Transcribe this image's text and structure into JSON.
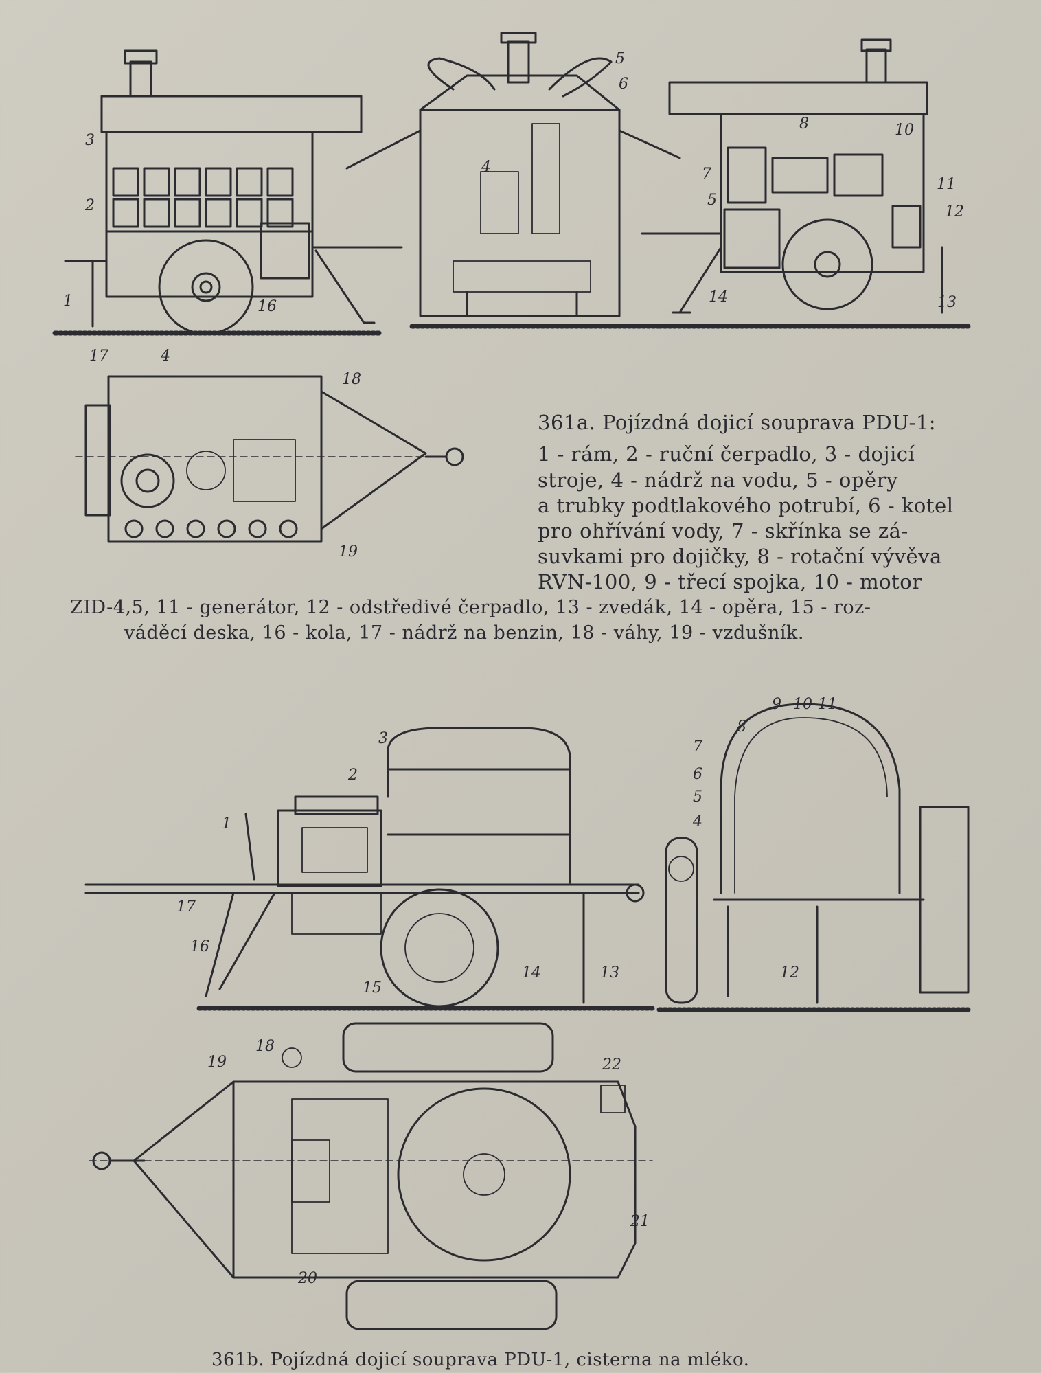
{
  "figure_a": {
    "caption_title": "361a. Pojízdná dojicí souprava PDU-1:",
    "caption_lines": [
      "1 - rám, 2 - ruční čerpadlo, 3 - dojicí",
      "stroje, 4 - nádrž na vodu, 5 - opěry",
      "a trubky podtlakového potrubí, 6 - kotel",
      "pro ohřívání vody, 7 - skřínka se zá-",
      "suvkami pro dojičky, 8 - rotační vývěva",
      "RVN-100, 9 - třecí spojka, 10 - motor",
      "ZID-4,5, 11 - generátor, 12 - odstředivé čerpadlo, 13 - zvedák, 14 - opěra, 15 - roz-",
      "váděcí deska, 16 - kola, 17 - nádrž na benzin, 18 - váhy, 19 - vzdušník."
    ],
    "side_labels": [
      "3",
      "2",
      "1",
      "16"
    ],
    "front_labels": [
      "5",
      "6",
      "4"
    ],
    "rear_labels": [
      "8",
      "10",
      "7",
      "5",
      "11",
      "12",
      "14",
      "13"
    ],
    "plan_labels": [
      "17",
      "4",
      "18",
      "19"
    ]
  },
  "figure_b": {
    "caption": "361b. Pojízdná dojicí souprava PDU-1, cisterna na mléko.",
    "side_labels": [
      "3",
      "2",
      "1",
      "17",
      "16",
      "15",
      "14",
      "13"
    ],
    "end_labels": [
      "9",
      "10",
      "11",
      "8",
      "7",
      "6",
      "5",
      "4",
      "12"
    ],
    "plan_labels": [
      "18",
      "19",
      "22",
      "21",
      "20"
    ]
  }
}
